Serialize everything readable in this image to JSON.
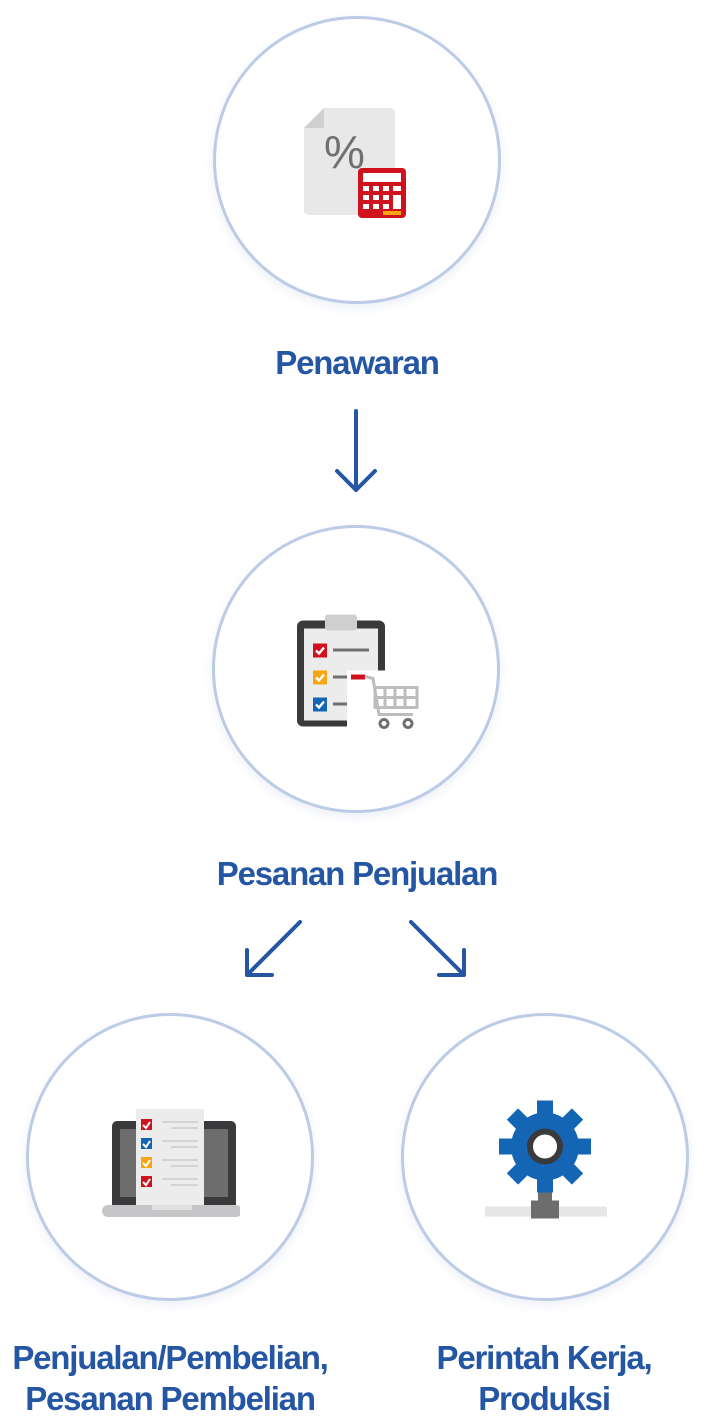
{
  "steps": [
    {
      "id": "quotation",
      "label": "Penawaran",
      "icon": "quotation-calculator-icon"
    },
    {
      "id": "sales-order",
      "label": "Pesanan Penjualan",
      "icon": "checklist-cart-icon"
    },
    {
      "id": "purchase",
      "label_line1": "Penjualan/Pembelian,",
      "label_line2": "Pesanan Pembelian",
      "icon": "laptop-checklist-icon"
    },
    {
      "id": "work-order",
      "label_line1": "Perintah Kerja,",
      "label_line2": "Produksi",
      "icon": "gear-network-icon"
    }
  ],
  "colors": {
    "accent": "#2456a4",
    "circle_border": "#bccbe6",
    "red": "#d0121f",
    "orange": "#f5a612",
    "blue": "#1565b5"
  }
}
